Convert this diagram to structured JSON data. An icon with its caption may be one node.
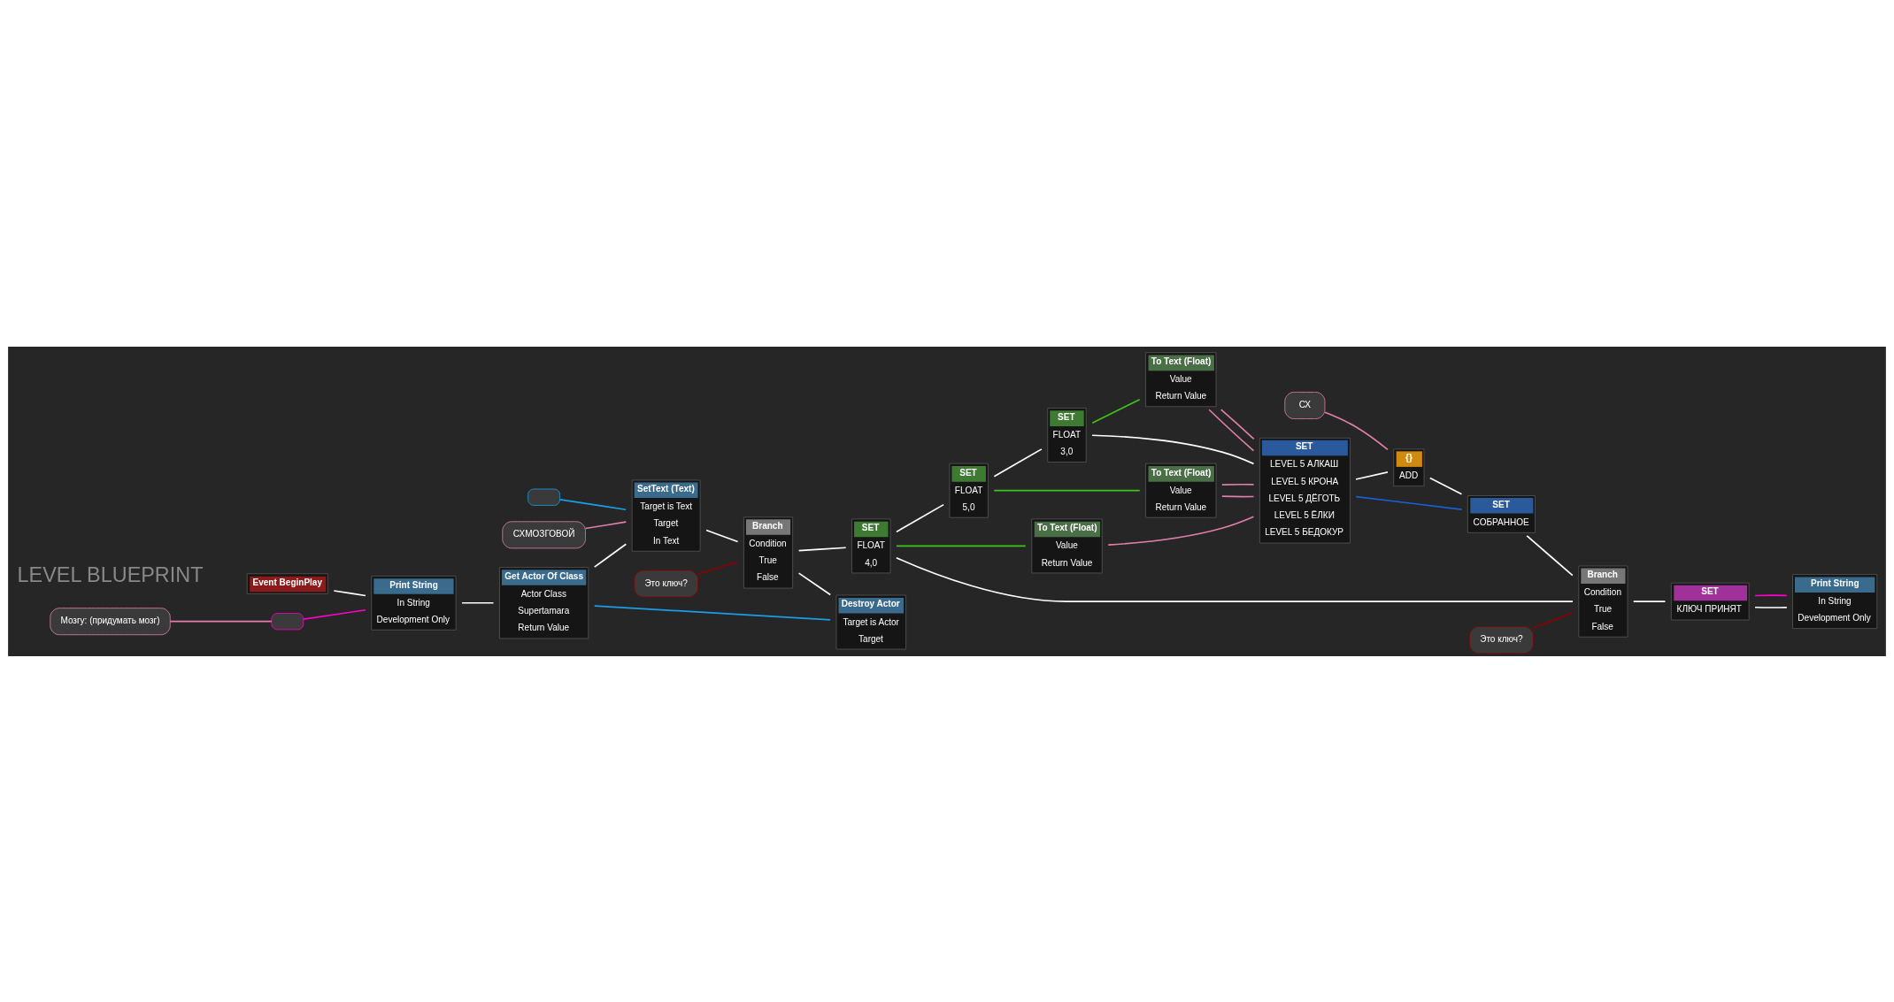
{
  "diagram": {
    "nodes": [
      {
        "text": [
          "Event BeginPlay"
        ]
      },
      {
        "text": [
          "Мозгу: (придумать мозг)"
        ]
      },
      {
        "text": [],
        "shape": "box"
      },
      {
        "text": [
          "Print String",
          "In String",
          "Development Only"
        ]
      },
      {
        "text": [
          "Get Actor Of Class",
          "Actor Class",
          "Supertamara",
          "Return Value"
        ]
      },
      {
        "text": [],
        "shape": "box"
      },
      {
        "text": [
          "СХМОЗГОВОЙ"
        ]
      },
      {
        "text": [
          "SetText (Text)",
          "Target is Text",
          "Target",
          "In Text"
        ]
      },
      {
        "text": [
          "Это ключ?"
        ]
      },
      {
        "text": [
          "Branch",
          "Condition",
          "True",
          "False"
        ]
      },
      {
        "text": [
          "Destroy Actor",
          "Target is Actor",
          "Target"
        ]
      },
      {
        "text": [
          "SET",
          "FLOAT",
          "4,0"
        ]
      },
      {
        "text": [
          "SET",
          "FLOAT",
          "5,0"
        ]
      },
      {
        "text": [
          "SET",
          "FLOAT",
          "3,0"
        ]
      },
      {
        "text": [
          "To Text (Float)",
          "Value",
          "Return Value"
        ]
      },
      {
        "text": [
          "To Text (Float)",
          "Value",
          "Return Value"
        ]
      },
      {
        "text": [
          "To Text (Float)",
          "Value",
          "Return Value"
        ]
      },
      {
        "text": [
          "SET",
          "LEVEL 5 АЛКАШ",
          "LEVEL 5 КРОНА",
          "LEVEL 5 ДЁГОТЬ",
          "LEVEL 5 ЁЛКИ",
          "LEVEL 5 БЕДОКУР"
        ]
      },
      {
        "text": [
          "СХ"
        ]
      },
      {
        "text": [
          "{}",
          "ADD"
        ]
      },
      {
        "text": [
          "SET",
          "СОБРАННОЕ"
        ]
      },
      {
        "text": [
          "Это ключ?"
        ]
      },
      {
        "text": [
          "Branch",
          "Condition",
          "True",
          "False"
        ]
      },
      {
        "text": [
          "SET",
          "КЛЮЧ ПРИНЯТ"
        ]
      },
      {
        "text": [
          "Print String",
          "In String",
          "Development Only"
        ]
      }
    ],
    "edges": [
      {
        "from": 0,
        "to": 3,
        "arrow": "none"
      },
      {
        "from": 1,
        "to": 2,
        "arrow": "none",
        "color": "#e07fa8"
      },
      {
        "from": 2,
        "to": 3,
        "arrow": "none",
        "color": "#ff00cc"
      },
      {
        "from": 3,
        "to": 4,
        "arrow": "none"
      },
      {
        "from": 4,
        "to": 7,
        "arrow": "none"
      },
      {
        "from": 4,
        "to": 10,
        "arrow": "none",
        "color": "#1a9ee6"
      },
      {
        "from": 5,
        "to": 7,
        "arrow": "none",
        "color": "#1a9ee6"
      },
      {
        "from": 6,
        "to": 7,
        "arrow": "none",
        "color": "#e07fa8"
      },
      {
        "from": 7,
        "to": 9,
        "arrow": "none"
      },
      {
        "from": 8,
        "to": 9,
        "arrow": "none",
        "color": "#8b0000"
      },
      {
        "from": 9,
        "to": 10,
        "arrow": "none"
      },
      {
        "from": 9,
        "to": 11,
        "arrow": "none"
      },
      {
        "from": 11,
        "to": 12,
        "arrow": "none"
      },
      {
        "from": 12,
        "to": 13,
        "arrow": "none"
      },
      {
        "from": 13,
        "to": 17,
        "arrow": "none"
      },
      {
        "from": 11,
        "to": 16,
        "arrow": "none",
        "color": "#3fc41a"
      },
      {
        "from": 12,
        "to": 15,
        "arrow": "none",
        "color": "#3fc41a"
      },
      {
        "from": 13,
        "to": 14,
        "arrow": "none",
        "color": "#3fc41a"
      },
      {
        "from": 14,
        "to": 17,
        "arrow": "none",
        "color": "#e07fa8"
      },
      {
        "from": 14,
        "to": 17,
        "arrow": "none",
        "color": "#e07fa8"
      },
      {
        "from": 15,
        "to": 17,
        "arrow": "none",
        "color": "#e07fa8"
      },
      {
        "from": 15,
        "to": 17,
        "arrow": "none",
        "color": "#e07fa8"
      },
      {
        "from": 16,
        "to": 17,
        "arrow": "none",
        "color": "#e07fa8"
      },
      {
        "from": 17,
        "to": 19,
        "arrow": "none"
      },
      {
        "from": 17,
        "to": 20,
        "arrow": "none",
        "color": "#1a5fd6"
      },
      {
        "from": 18,
        "to": 19,
        "arrow": "none",
        "color": "#e07fa8"
      },
      {
        "from": 19,
        "to": 20,
        "arrow": "none"
      },
      {
        "from": 20,
        "to": 22,
        "arrow": "none"
      },
      {
        "from": 21,
        "to": 22,
        "arrow": "none",
        "color": "#8b0000"
      },
      {
        "from": 22,
        "to": 23,
        "arrow": "none"
      },
      {
        "from": 22,
        "to": 11,
        "arrow": "none"
      },
      {
        "from": 23,
        "to": 24,
        "arrow": "none"
      },
      {
        "from": 23,
        "to": 24,
        "arrow": "none",
        "color": "#ff00cc"
      }
    ],
    "labels": [
      "LEVEL BLUEPRINT"
    ]
  }
}
